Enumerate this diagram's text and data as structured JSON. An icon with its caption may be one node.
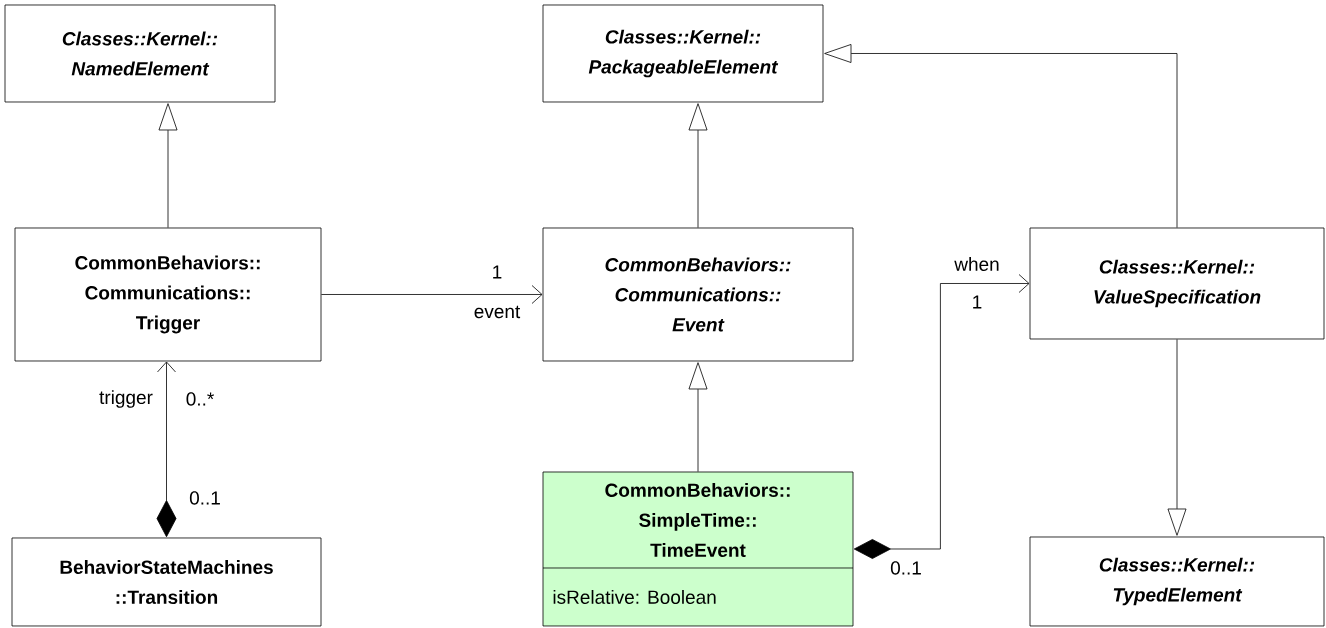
{
  "diagram": {
    "nodes": [
      {
        "text": [
          "Classes::Kernel:: NamedElement"
        ]
      },
      {
        "text": [
          "Classes::Kernel:: PackageableElement"
        ]
      },
      {
        "text": [
          "CommonBehaviors:: Communications:: Trigger"
        ]
      },
      {
        "text": [
          "CommonBehaviors:: Communications:: Event"
        ]
      },
      {
        "text": [
          "Classes::Kernel:: ValueSpecification"
        ]
      },
      {
        "text": [
          "BehaviorStateMachines ::Transition"
        ]
      },
      {
        "text": [
          "CommonBehaviors:: SimpleTime:: TimeEvent",
          "isRelative: Boolean"
        ]
      },
      {
        "text": [
          "Classes::Kernel:: TypedElement"
        ]
      }
    ],
    "edges": [
      {
        "from": 2,
        "to": 0,
        "arrow": "to"
      },
      {
        "from": 3,
        "to": 1,
        "arrow": "to"
      },
      {
        "from": 4,
        "to": 1,
        "arrow": "to"
      },
      {
        "from": 2,
        "to": 3,
        "arrow": "to"
      },
      {
        "from": 5,
        "to": 2,
        "arrow": "to"
      },
      {
        "from": 6,
        "to": 3,
        "arrow": "to"
      },
      {
        "from": 6,
        "to": 4,
        "arrow": "to"
      },
      {
        "from": 4,
        "to": 7,
        "arrow": "to"
      }
    ],
    "labels": [
      "when",
      "1",
      "1",
      "event",
      "trigger",
      "0..*",
      "0..1",
      "0..1"
    ]
  }
}
